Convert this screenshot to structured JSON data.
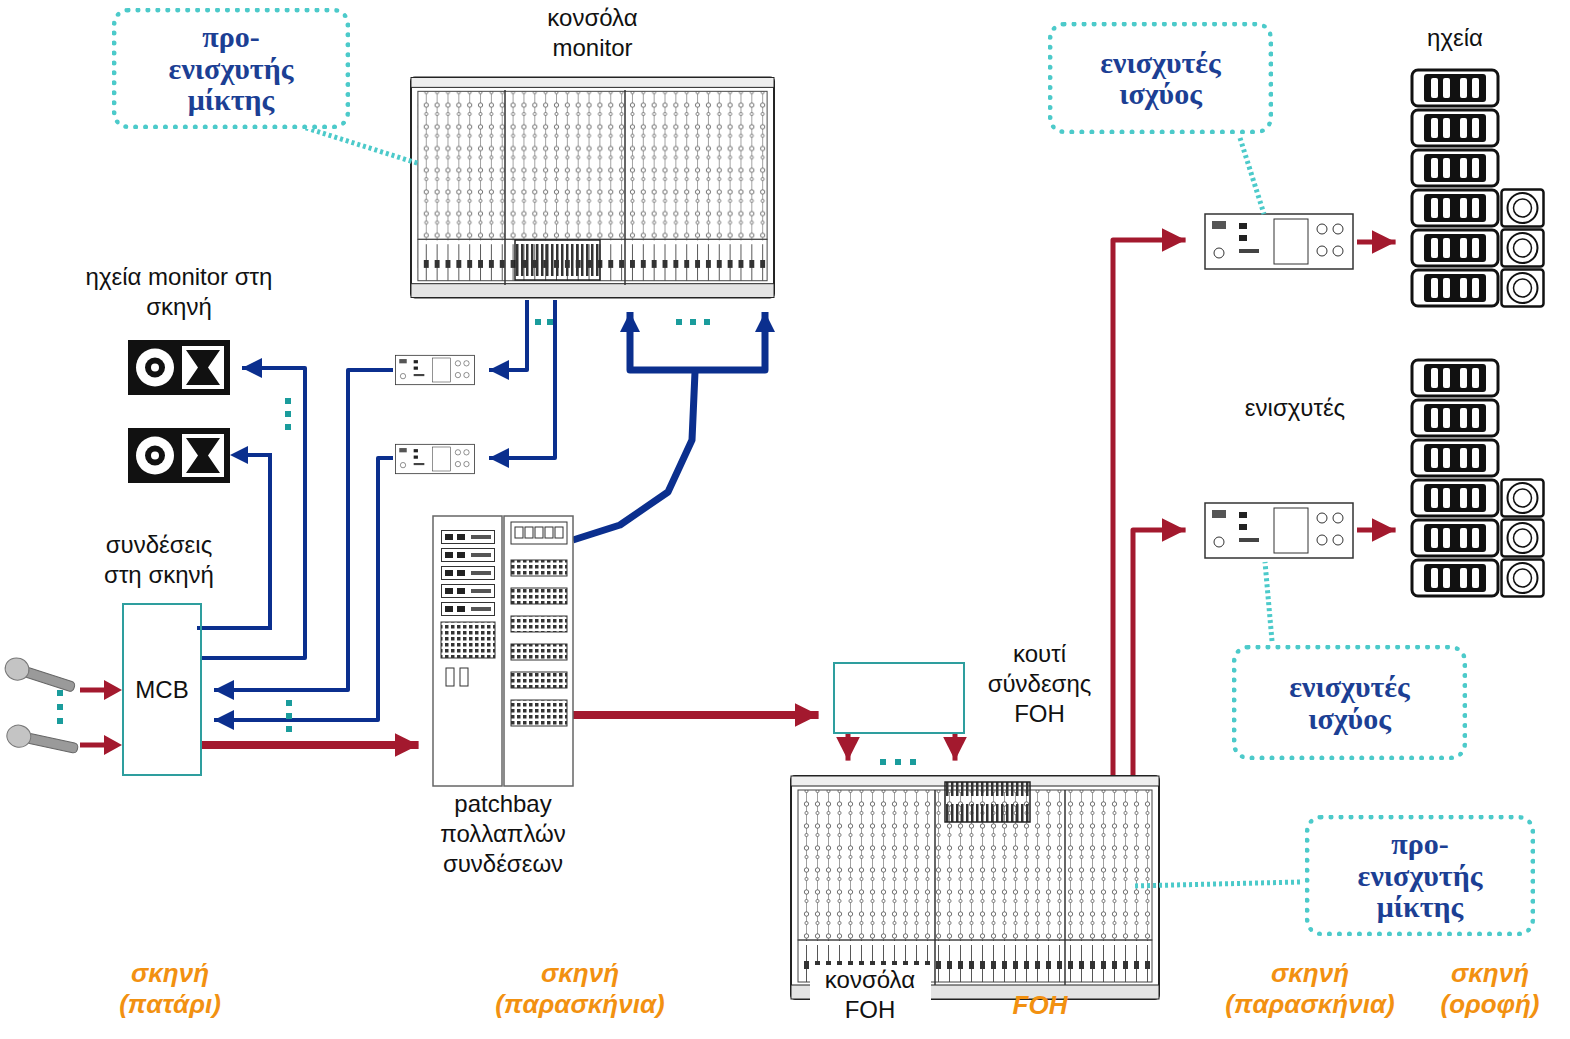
{
  "diagram": {
    "nodes": [
      {
        "text": [
          "προ- ενισχυτής μίκτης"
        ]
      },
      {
        "text": [
          "κονσόλα monitor"
        ]
      },
      {
        "text": [
          "ηχεία monitor στη σκηνή"
        ]
      },
      {
        "text": [
          "συνδέσεις στη σκηνή",
          "MCB"
        ]
      },
      {
        "text": [
          "patchbay πολλαπλών συνδέσεων"
        ]
      },
      {
        "text": [
          "κουτί σύνδεσης FOH"
        ]
      },
      {
        "text": [
          "κονσόλα FOH"
        ]
      },
      {
        "text": [
          "ενισχυτές ισχύος"
        ]
      },
      {
        "text": [
          "ηχεία"
        ]
      },
      {
        "text": [
          "ενισχυτές"
        ]
      },
      {
        "text": [
          "ενισχυτές ισχύος"
        ]
      },
      {
        "text": [
          "προ- ενισχυτής μίκτης"
        ]
      }
    ],
    "edges": [
      {
        "from": 3,
        "to": 4,
        "arrow": "to"
      },
      {
        "from": 4,
        "to": 1,
        "arrow": "to"
      },
      {
        "from": 4,
        "to": 5,
        "arrow": "to"
      },
      {
        "from": 5,
        "to": 6,
        "arrow": "to"
      },
      {
        "from": 6,
        "to": 8,
        "arrow": "to"
      },
      {
        "from": 6,
        "to": 9,
        "arrow": "to"
      },
      {
        "from": 1,
        "to": 3,
        "arrow": "to"
      },
      {
        "from": 1,
        "to": 3,
        "arrow": "to"
      },
      {
        "from": 3,
        "to": 2,
        "arrow": "to"
      }
    ],
    "labels": [
      "σκηνή (πατάρι)",
      "σκηνή (παρασκήνια)",
      "FOH",
      "σκηνή (παρασκήνια)",
      "σκηνή (οροφή)"
    ]
  }
}
